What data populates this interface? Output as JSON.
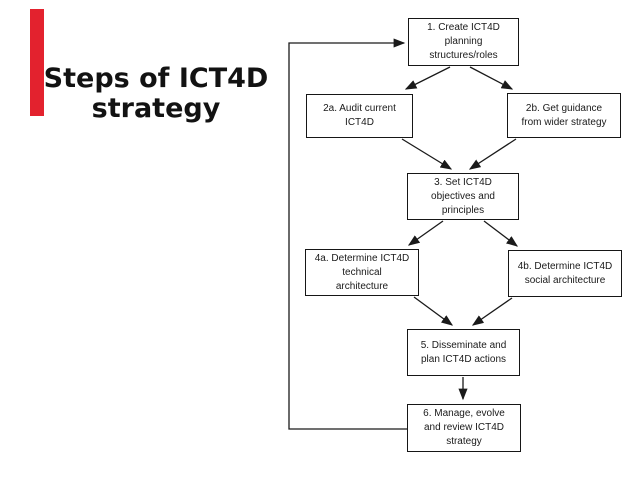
{
  "slide": {
    "title": {
      "lines": [
        "Steps of ICT4D",
        "strategy"
      ]
    }
  },
  "colors": {
    "accent_bar": "#e3222e",
    "box_border": "#161616",
    "text": "#1a1a1a",
    "background": "#ffffff"
  },
  "diagram": {
    "type": "flowchart",
    "boxes": [
      {
        "id": "1",
        "lines": [
          "1. Create ICT4D",
          "planning",
          "structures/roles"
        ]
      },
      {
        "id": "2a",
        "lines": [
          "2a. Audit current",
          "ICT4D"
        ]
      },
      {
        "id": "2b",
        "lines": [
          "2b. Get guidance",
          "from wider strategy"
        ]
      },
      {
        "id": "3",
        "lines": [
          "3. Set ICT4D",
          "objectives and",
          "principles"
        ]
      },
      {
        "id": "4a",
        "lines": [
          "4a. Determine ICT4D",
          "technical",
          "architecture"
        ]
      },
      {
        "id": "4b",
        "lines": [
          "4b. Determine ICT4D",
          "social architecture"
        ]
      },
      {
        "id": "5",
        "lines": [
          "5. Disseminate and",
          "plan ICT4D actions"
        ]
      },
      {
        "id": "6",
        "lines": [
          "6. Manage, evolve",
          "and review ICT4D",
          "strategy"
        ]
      }
    ],
    "edges": [
      {
        "from": "1",
        "to": "2a"
      },
      {
        "from": "1",
        "to": "2b"
      },
      {
        "from": "2a",
        "to": "3"
      },
      {
        "from": "2b",
        "to": "3"
      },
      {
        "from": "3",
        "to": "4a"
      },
      {
        "from": "3",
        "to": "4b"
      },
      {
        "from": "4a",
        "to": "5"
      },
      {
        "from": "4b",
        "to": "5"
      },
      {
        "from": "5",
        "to": "6"
      },
      {
        "from": "6",
        "to": "1",
        "note": "feedback loop"
      }
    ]
  }
}
